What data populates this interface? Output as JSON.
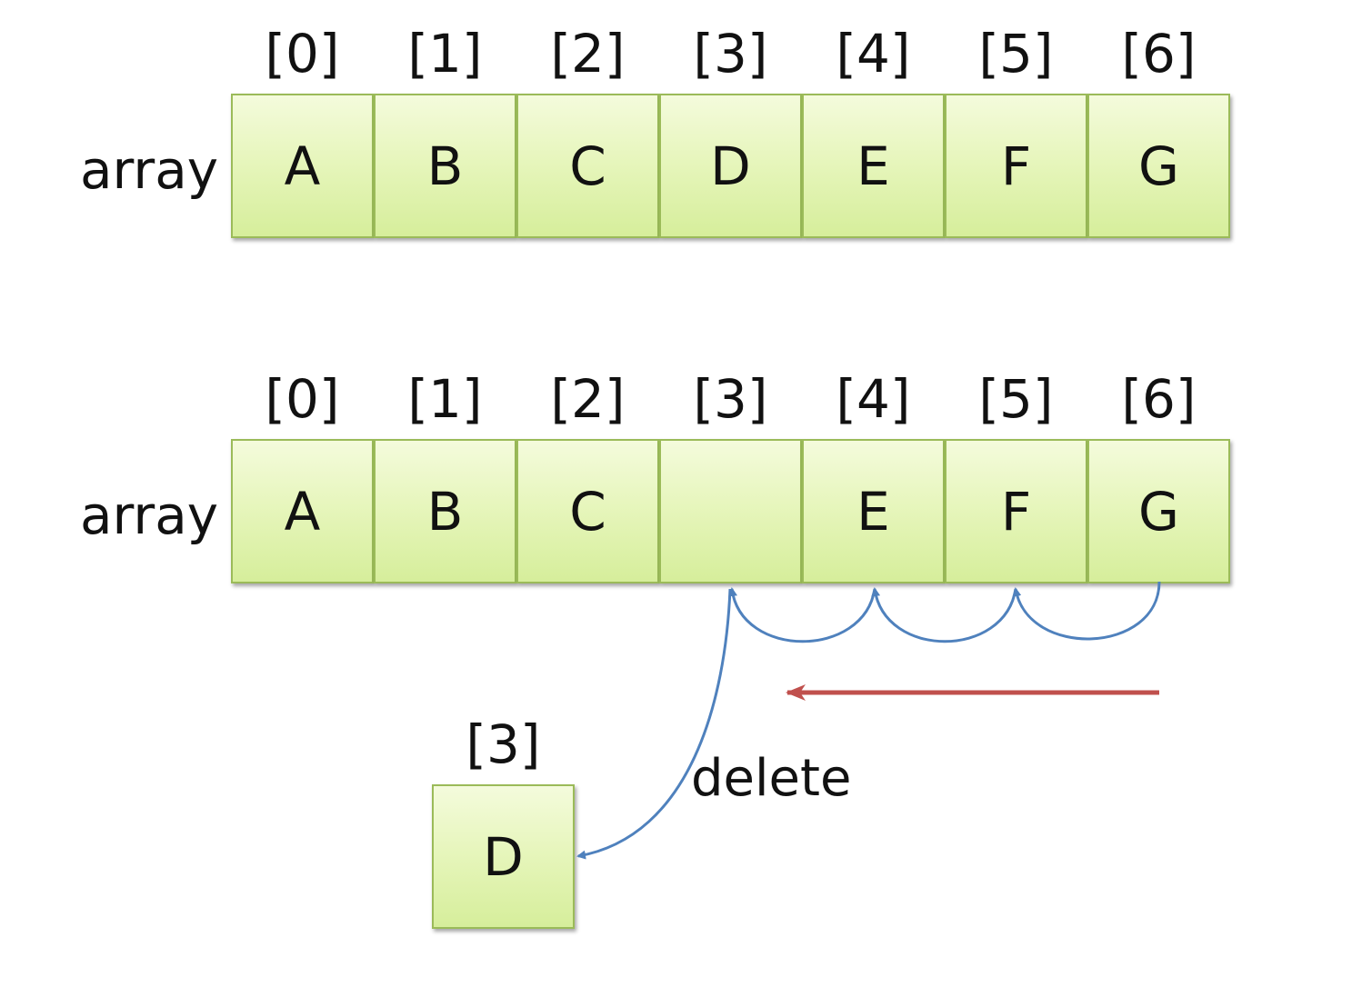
{
  "array_label": "array",
  "indices": [
    "[0]",
    "[1]",
    "[2]",
    "[3]",
    "[4]",
    "[5]",
    "[6]"
  ],
  "before": {
    "label": "array",
    "cells": [
      "A",
      "B",
      "C",
      "D",
      "E",
      "F",
      "G"
    ]
  },
  "after": {
    "label": "array",
    "cells": [
      "A",
      "B",
      "C",
      "",
      "E",
      "F",
      "G"
    ]
  },
  "deleted": {
    "index": "[3]",
    "value": "D",
    "action_label": "delete"
  },
  "colors": {
    "cell_fill": "#e7f6bd",
    "cell_border": "#9bbb59",
    "shift_arrow": "#4f81bd",
    "direction_arrow": "#c0504d"
  }
}
